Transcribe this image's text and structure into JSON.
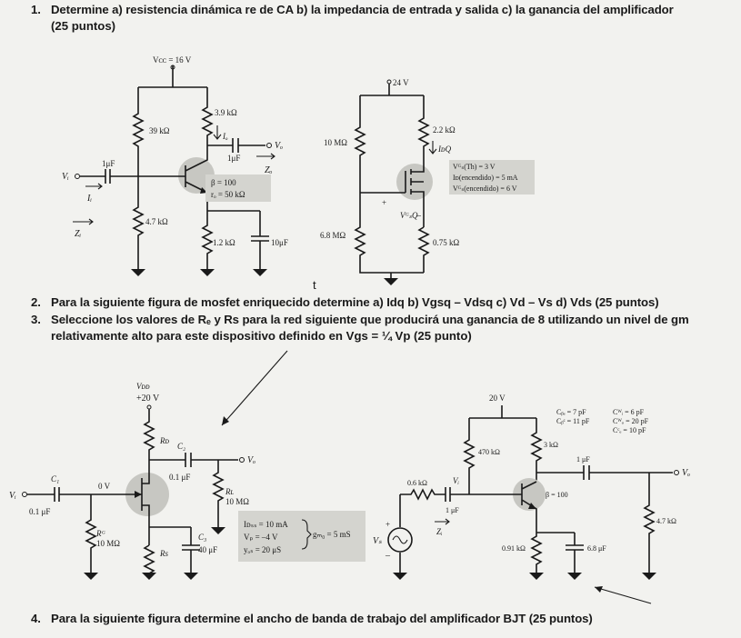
{
  "questions": {
    "q1": {
      "number": "1.",
      "text": "Determine a) resistencia dinámica re de CA b) la impedancia de entrada y salida c) la ganancia del amplificador",
      "points": "(25 puntos)"
    },
    "q2": {
      "number": "2.",
      "text": "Para la siguiente figura de mosfet enriquecido determine a) Idq b) Vgsq – Vdsq c) Vd – Vs  d) Vds (25 puntos)"
    },
    "q3": {
      "number": "3.",
      "text": "Seleccione los valores de Rₑ y Rs para la red siguiente que producirá una ganancia de 8 utilizando un nivel de gm",
      "text2": "relativamente alto para este dispositivo definido en  Vgs = ¼ Vp (25 punto)"
    },
    "q4": {
      "number": "4.",
      "text": "Para la siguiente figura determine el ancho de banda de trabajo del amplificador BJT (25 puntos)"
    }
  },
  "stray_mark": "t",
  "circuit1": {
    "vcc": "Vᴄᴄ = 16 V",
    "r_top_left": "39 kΩ",
    "r_collector": "3.9 kΩ",
    "io": "Iₒ",
    "cout": "1μF",
    "vo": "Vₒ",
    "zo": "Zₒ",
    "cin": "1μF",
    "vi": "Vᵢ",
    "ii": "Iᵢ",
    "r_bottom_left": "4.7 kΩ",
    "zi": "Zᵢ",
    "r_emitter": "1.2 kΩ",
    "ce": "10μF",
    "beta": "β = 100",
    "ro": "rₒ = 50 kΩ"
  },
  "circuit2": {
    "vdd": "24 V",
    "r_top": "10 MΩ",
    "rd": "2.2 kΩ",
    "id": "IᴅQ",
    "vgs_th": "Vᴳₛ(Th) = 3 V",
    "id_on": "Iᴅ(encendido) = 5 mA",
    "vgs_on": "Vᴳₛ(encendido) = 6 V",
    "vgsq": "VᴳₛQ",
    "plus": "+",
    "minus": "–",
    "r_bottom": "6.8 MΩ",
    "rs": "0.75 kΩ"
  },
  "circuit3": {
    "vdd_label": "Vᴅᴅ",
    "vdd_value": "+20 V",
    "rd": "Rᴅ",
    "c2": "C₂",
    "vo": "Vₒ",
    "c1": "C₁",
    "v0": "0 V",
    "vi": "Vᵢ",
    "c1_value": "0.1 μF",
    "c2_value": "0.1 μF",
    "rl": "Rʟ",
    "rl_value": "10 MΩ",
    "rg": "Rᴳ",
    "rg_value": "10 MΩ",
    "rs": "Rs",
    "c3": "C₃",
    "c3_value": "40 μF",
    "param1": "Iᴅₛₛ = 10 mA",
    "param2": "Vₚ = –4 V",
    "param3": "yₒₛ = 20 μS",
    "gm0": "gₘ₀ = 5 mS"
  },
  "circuit4": {
    "vcc": "20 V",
    "cbe": "Cᵦₑ = 7 pF",
    "cbc": "Cᵦᶜ = 11 pF",
    "cwi": "Cᵂᵢ = 6 pF",
    "cwo": "Cᵂₒ = 20 pF",
    "cce": "Cᶜₑ = 10 pF",
    "r1": "470 kΩ",
    "rc": "3 kΩ",
    "rs": "0.6 kΩ",
    "cin": "1 μF",
    "cout": "1 μF",
    "vi": "Vᵢ",
    "vo": "Vₒ",
    "zi": "Zᵢ",
    "beta": "β = 100",
    "re": "0.91 kΩ",
    "ce": "6.8 μF",
    "rl": "4.7 kΩ",
    "vs": "Vₛ",
    "sp": "+",
    "sm": "–"
  }
}
